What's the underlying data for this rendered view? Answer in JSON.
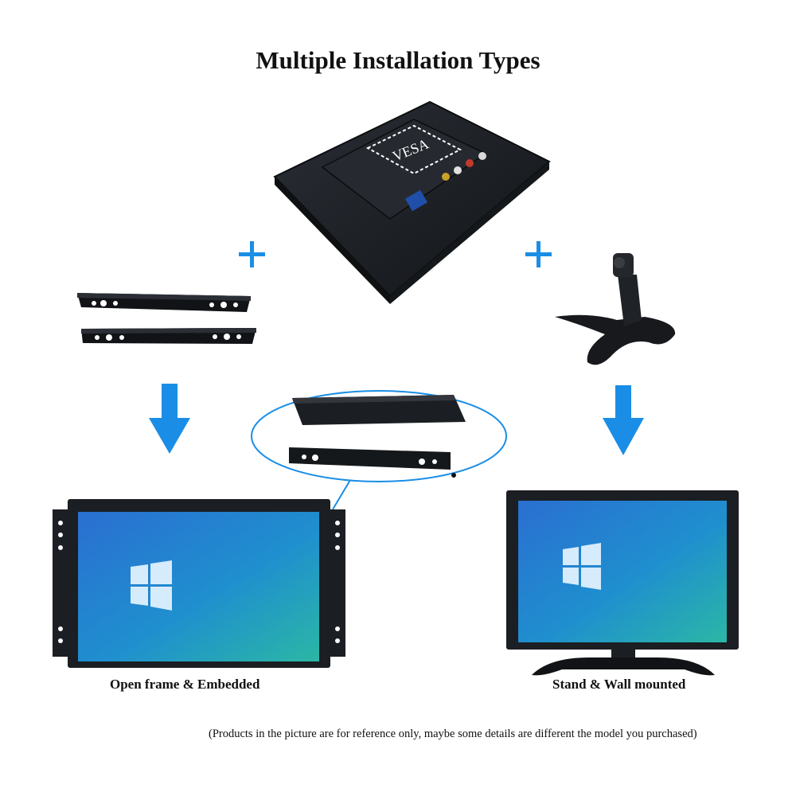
{
  "title": "Multiple Installation Types",
  "vesa_label": "VESA",
  "captions": {
    "left": "Open frame & Embedded",
    "right": "Stand & Wall mounted"
  },
  "disclaimer": "(Products in the picture are for reference only, maybe some details are different the model you purchased)",
  "colors": {
    "accent_blue": "#1a8ee6",
    "monitor_body": "#1b1e22",
    "screen_blue": "#1e88c8"
  },
  "icons": [
    "plus-icon",
    "arrow-down-icon",
    "windows-logo-icon"
  ]
}
